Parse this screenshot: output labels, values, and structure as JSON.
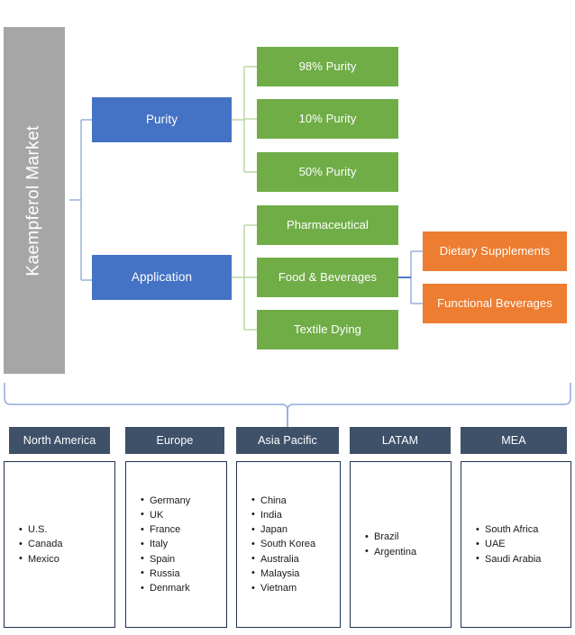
{
  "root": {
    "label": "Kaempferol Market"
  },
  "segments": [
    {
      "id": "purity",
      "label": "Purity"
    },
    {
      "id": "application",
      "label": "Application"
    }
  ],
  "purity_types": [
    {
      "label": "98% Purity"
    },
    {
      "label": "10% Purity"
    },
    {
      "label": "50% Purity"
    }
  ],
  "applications": [
    {
      "label": "Pharmaceutical"
    },
    {
      "label": "Food & Beverages"
    },
    {
      "label": "Textile Dying"
    }
  ],
  "food_beverage_subsegments": [
    {
      "label": "Dietary Supplements"
    },
    {
      "label": "Functional Beverages"
    }
  ],
  "regions": [
    {
      "name": "North America",
      "countries": [
        "U.S.",
        "Canada",
        "Mexico"
      ]
    },
    {
      "name": "Europe",
      "countries": [
        "Germany",
        "UK",
        "France",
        "Italy",
        "Spain",
        "Russia",
        "Denmark"
      ]
    },
    {
      "name": "Asia Pacific",
      "countries": [
        "China",
        "India",
        "Japan",
        "South Korea",
        "Australia",
        "Malaysia",
        "Vietnam"
      ]
    },
    {
      "name": "LATAM",
      "countries": [
        "Brazil",
        "Argentina"
      ]
    },
    {
      "name": "MEA",
      "countries": [
        "South Africa",
        "UAE",
        "Saudi Arabia"
      ]
    }
  ],
  "colors": {
    "root_bar": "#a6a6a6",
    "segment_blue": "#4472c4",
    "subsegment_green": "#70ad47",
    "leaf_orange": "#ed7d31",
    "region_header": "#3f5169",
    "connector_blue": "#8faadc",
    "connector_green": "#b5d6a0"
  }
}
